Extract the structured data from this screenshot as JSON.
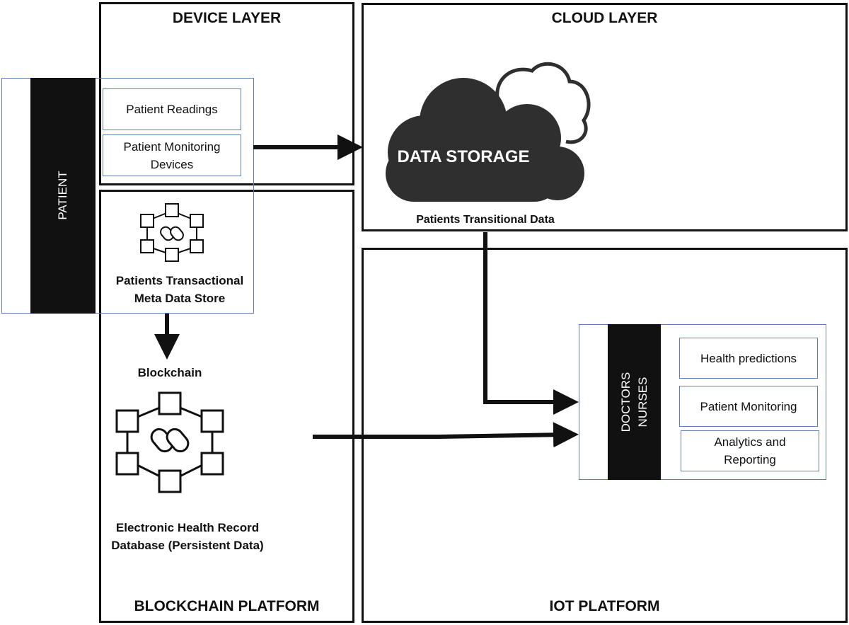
{
  "layers": {
    "device": "DEVICE LAYER",
    "cloud": "CLOUD LAYER",
    "blockchain": "BLOCKCHAIN PLATFORM",
    "iot": "IOT PLATFORM"
  },
  "patient": {
    "label": "PATIENT"
  },
  "device": {
    "items": [
      "Patient Readings",
      "Patient Monitoring Devices"
    ]
  },
  "cloud": {
    "storage_label": "DATA STORAGE",
    "caption": "Patients Transitional Data"
  },
  "blockchain": {
    "meta_store": "Patients Transactional Meta Data Store",
    "chain_label": "Blockchain",
    "ehr_label": "Electronic Health Record Database (Persistent Data)"
  },
  "staff": {
    "label_line1": "DOCTORS",
    "label_line2": "NURSES",
    "items": [
      "Health predictions",
      "Patient Monitoring",
      "Analytics and Reporting"
    ]
  },
  "colors": {
    "box_border": "#5f7fb3",
    "dark": "#111111",
    "cloud_fill": "#2f2f2f"
  }
}
